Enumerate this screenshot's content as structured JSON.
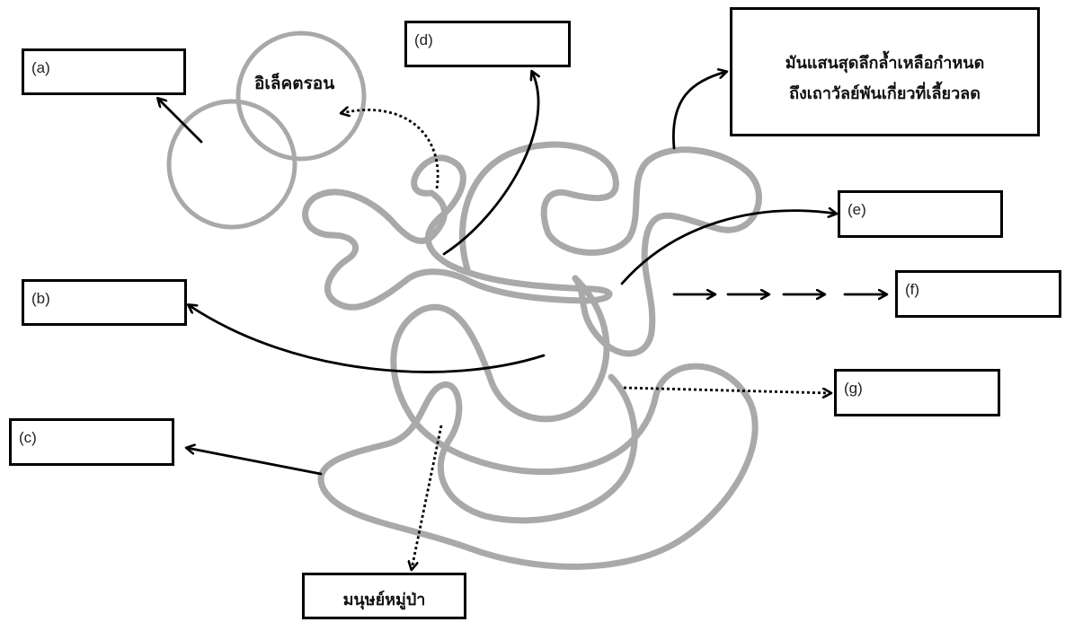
{
  "labels": {
    "a": "(a)",
    "b": "(b)",
    "c": "(c)",
    "d": "(d)",
    "e": "(e)",
    "f": "(f)",
    "g": "(g)"
  },
  "texts": {
    "electron": "อิเล็คตรอน",
    "top_caption_line1": "มันแสนสุดลึกล้ำเหลือกำหนด",
    "top_caption_line2": "ถึงเถาวัลย์พันเกี่ยวที่เลี้ยวลด",
    "bottom_caption": "มนุษย์หมู่ป่า"
  },
  "colors": {
    "loop": "#a9a9a9",
    "ink": "#000000"
  }
}
